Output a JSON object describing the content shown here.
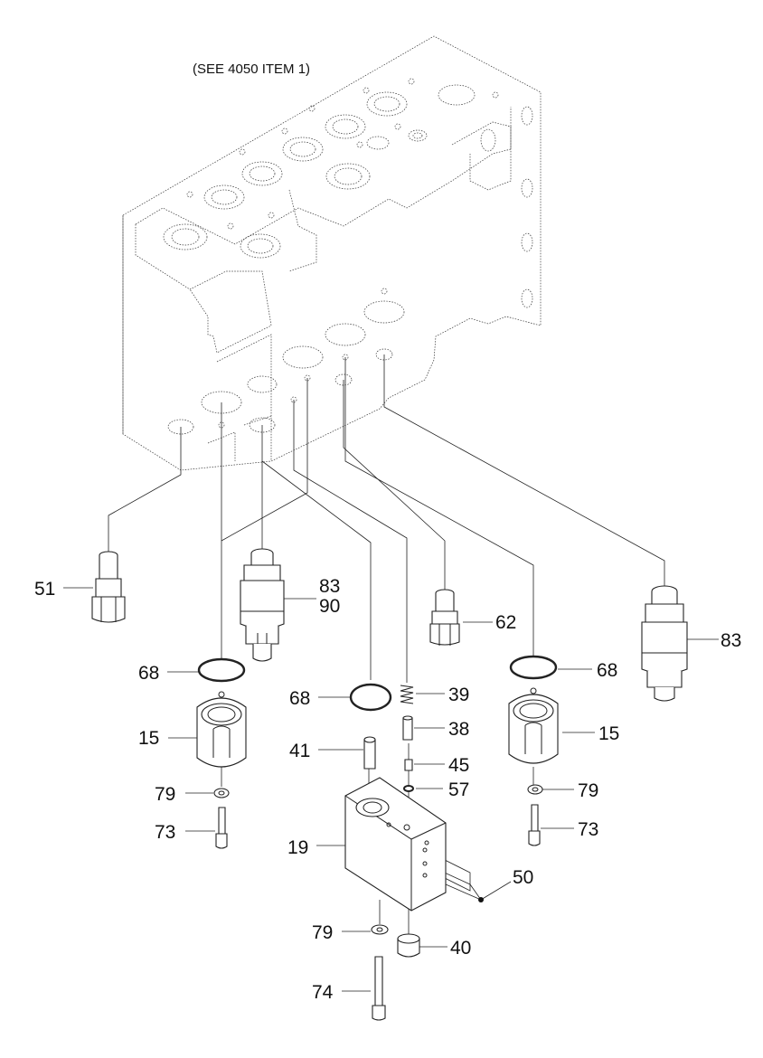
{
  "header_note": "(SEE 4050 ITEM 1)",
  "callouts": {
    "c51": "51",
    "c83a": "83",
    "c90": "90",
    "c62": "62",
    "c83b": "83",
    "c68a": "68",
    "c68b": "68",
    "c68c": "68",
    "c39": "39",
    "c15a": "15",
    "c15b": "15",
    "c38": "38",
    "c41": "41",
    "c45": "45",
    "c57": "57",
    "c79a": "79",
    "c79b": "79",
    "c79c": "79",
    "c73a": "73",
    "c73b": "73",
    "c19": "19",
    "c50": "50",
    "c40": "40",
    "c74": "74"
  }
}
